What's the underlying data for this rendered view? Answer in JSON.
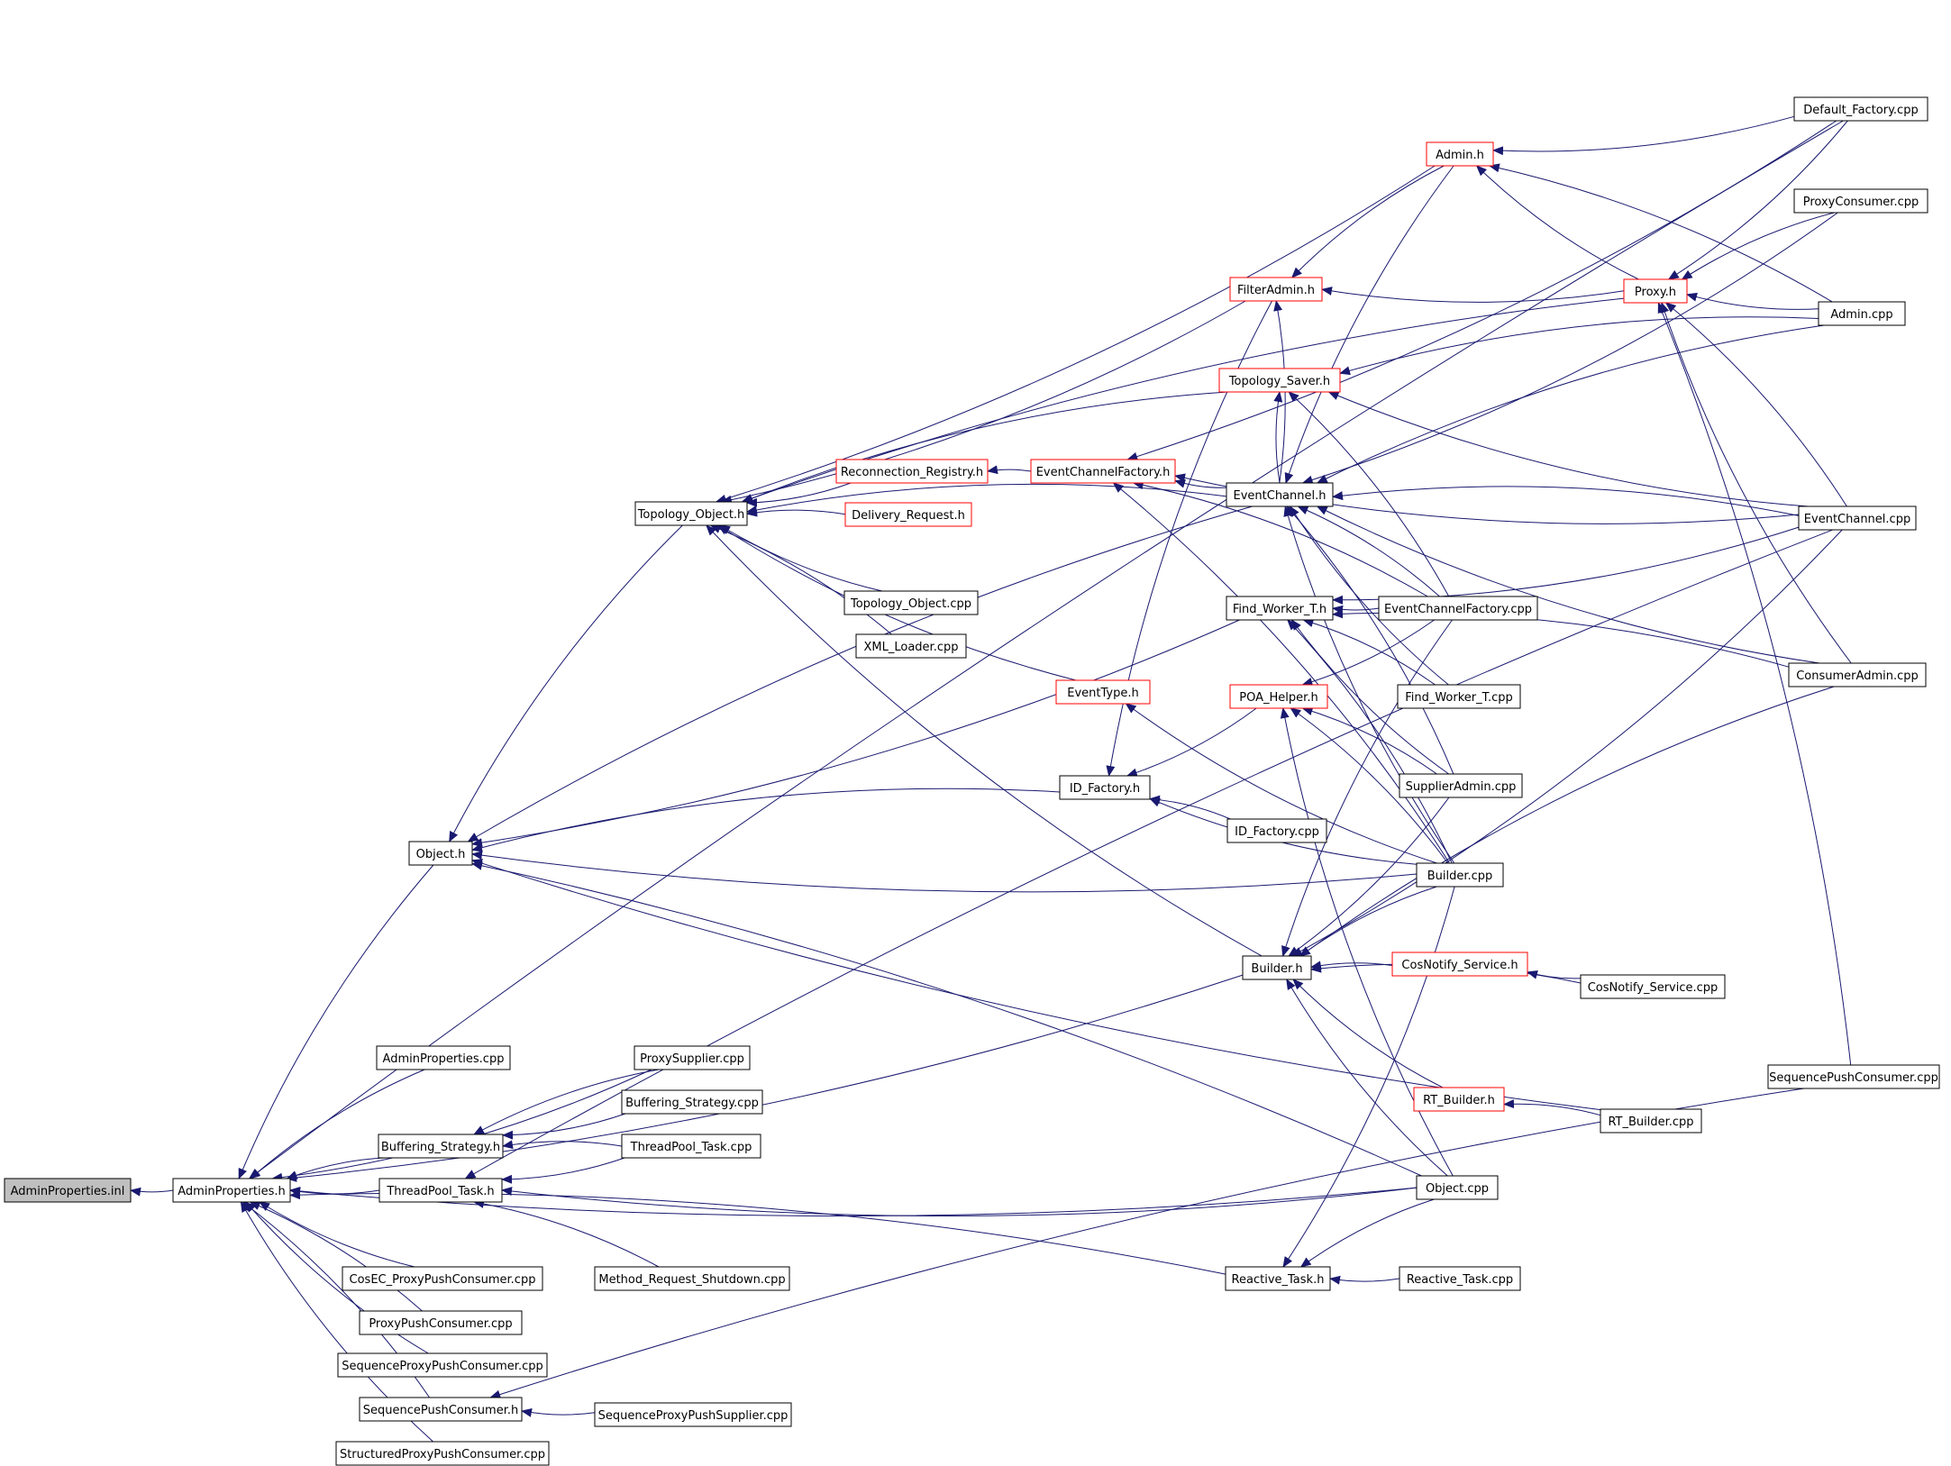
{
  "colors": {
    "edge": "#191970",
    "node_border": "#000000",
    "node_border_incomplete": "#ff0000",
    "focus_fill": "#bfbfbf",
    "node_fill": "#ffffff"
  },
  "nodes": [
    {
      "id": "admin_properties_inl",
      "label": "AdminProperties.inl",
      "focus": true
    },
    {
      "id": "admin_properties_h",
      "label": "AdminProperties.h"
    },
    {
      "id": "object_h",
      "label": "Object.h"
    },
    {
      "id": "topology_object_h",
      "label": "Topology_Object.h"
    },
    {
      "id": "reconnection_registry_h",
      "label": "Reconnection_Registry.h",
      "incomplete": true
    },
    {
      "id": "delivery_request_h",
      "label": "Delivery_Request.h",
      "incomplete": true
    },
    {
      "id": "topology_object_cpp",
      "label": "Topology_Object.cpp"
    },
    {
      "id": "xml_loader_cpp",
      "label": "XML_Loader.cpp"
    },
    {
      "id": "eventtype_h",
      "label": "EventType.h",
      "incomplete": true
    },
    {
      "id": "id_factory_h",
      "label": "ID_Factory.h"
    },
    {
      "id": "id_factory_cpp",
      "label": "ID_Factory.cpp"
    },
    {
      "id": "eventchannelfactory_h",
      "label": "EventChannelFactory.h",
      "incomplete": true
    },
    {
      "id": "filteradmin_h",
      "label": "FilterAdmin.h",
      "incomplete": true
    },
    {
      "id": "topology_saver_h",
      "label": "Topology_Saver.h",
      "incomplete": true
    },
    {
      "id": "eventchannel_h",
      "label": "EventChannel.h"
    },
    {
      "id": "find_worker_t_h",
      "label": "Find_Worker_T.h"
    },
    {
      "id": "poa_helper_h",
      "label": "POA_Helper.h",
      "incomplete": true
    },
    {
      "id": "builder_h",
      "label": "Builder.h"
    },
    {
      "id": "reactive_task_h",
      "label": "Reactive_Task.h"
    },
    {
      "id": "admin_h",
      "label": "Admin.h",
      "incomplete": true
    },
    {
      "id": "proxy_h",
      "label": "Proxy.h",
      "incomplete": true
    },
    {
      "id": "eventchannelfactory_cpp",
      "label": "EventChannelFactory.cpp"
    },
    {
      "id": "find_worker_t_cpp",
      "label": "Find_Worker_T.cpp"
    },
    {
      "id": "supplieradmin_cpp",
      "label": "SupplierAdmin.cpp"
    },
    {
      "id": "builder_cpp",
      "label": "Builder.cpp"
    },
    {
      "id": "cosnotify_service_h",
      "label": "CosNotify_Service.h",
      "incomplete": true
    },
    {
      "id": "rt_builder_h",
      "label": "RT_Builder.h",
      "incomplete": true
    },
    {
      "id": "object_cpp",
      "label": "Object.cpp"
    },
    {
      "id": "reactive_task_cpp",
      "label": "Reactive_Task.cpp"
    },
    {
      "id": "cosnotify_service_cpp",
      "label": "CosNotify_Service.cpp"
    },
    {
      "id": "rt_builder_cpp",
      "label": "RT_Builder.cpp"
    },
    {
      "id": "default_factory_cpp",
      "label": "Default_Factory.cpp"
    },
    {
      "id": "proxyconsumer_cpp",
      "label": "ProxyConsumer.cpp"
    },
    {
      "id": "admin_cpp",
      "label": "Admin.cpp"
    },
    {
      "id": "eventchannel_cpp",
      "label": "EventChannel.cpp"
    },
    {
      "id": "consumeradmin_cpp",
      "label": "ConsumerAdmin.cpp"
    },
    {
      "id": "sequencepushconsumer_cpp",
      "label": "SequencePushConsumer.cpp"
    },
    {
      "id": "adminproperties_cpp",
      "label": "AdminProperties.cpp"
    },
    {
      "id": "proxysupplier_cpp",
      "label": "ProxySupplier.cpp"
    },
    {
      "id": "buffering_strategy_h",
      "label": "Buffering_Strategy.h"
    },
    {
      "id": "buffering_strategy_cpp",
      "label": "Buffering_Strategy.cpp"
    },
    {
      "id": "threadpool_task_h",
      "label": "ThreadPool_Task.h"
    },
    {
      "id": "threadpool_task_cpp",
      "label": "ThreadPool_Task.cpp"
    },
    {
      "id": "method_request_shutdown_cpp",
      "label": "Method_Request_Shutdown.cpp"
    },
    {
      "id": "cosec_proxypushconsumer_cpp",
      "label": "CosEC_ProxyPushConsumer.cpp"
    },
    {
      "id": "proxypushconsumer_cpp",
      "label": "ProxyPushConsumer.cpp"
    },
    {
      "id": "sequenceproxypushconsumer_cpp",
      "label": "SequenceProxyPushConsumer.cpp"
    },
    {
      "id": "sequencepushconsumer_h",
      "label": "SequencePushConsumer.h"
    },
    {
      "id": "sequenceproxypushsupplier_cpp",
      "label": "SequenceProxyPushSupplier.cpp"
    },
    {
      "id": "structuredproxypushconsumer_cpp",
      "label": "StructuredProxyPushConsumer.cpp"
    }
  ],
  "edges": [
    [
      "admin_properties_h",
      "admin_properties_inl"
    ],
    [
      "object_h",
      "admin_properties_h"
    ],
    [
      "builder_h",
      "admin_properties_h"
    ],
    [
      "adminproperties_cpp",
      "admin_properties_h"
    ],
    [
      "proxysupplier_cpp",
      "admin_properties_h"
    ],
    [
      "buffering_strategy_h",
      "admin_properties_h"
    ],
    [
      "threadpool_task_h",
      "admin_properties_h"
    ],
    [
      "reactive_task_h",
      "admin_properties_h"
    ],
    [
      "cosec_proxypushconsumer_cpp",
      "admin_properties_h"
    ],
    [
      "proxypushconsumer_cpp",
      "admin_properties_h"
    ],
    [
      "sequenceproxypushconsumer_cpp",
      "admin_properties_h"
    ],
    [
      "sequencepushconsumer_h",
      "admin_properties_h"
    ],
    [
      "structuredproxypushconsumer_cpp",
      "admin_properties_h"
    ],
    [
      "default_factory_cpp",
      "admin_properties_h"
    ],
    [
      "object_cpp",
      "admin_properties_h"
    ],
    [
      "topology_object_h",
      "object_h"
    ],
    [
      "find_worker_t_h",
      "object_h"
    ],
    [
      "id_factory_h",
      "object_h"
    ],
    [
      "builder_cpp",
      "object_h"
    ],
    [
      "object_cpp",
      "object_h"
    ],
    [
      "rt_builder_cpp",
      "object_h"
    ],
    [
      "eventchannel_h",
      "object_h"
    ],
    [
      "reconnection_registry_h",
      "topology_object_h"
    ],
    [
      "delivery_request_h",
      "topology_object_h"
    ],
    [
      "topology_object_cpp",
      "topology_object_h"
    ],
    [
      "xml_loader_cpp",
      "topology_object_h"
    ],
    [
      "eventtype_h",
      "topology_object_h"
    ],
    [
      "eventchannel_h",
      "topology_object_h"
    ],
    [
      "filteradmin_h",
      "topology_object_h"
    ],
    [
      "topology_saver_h",
      "topology_object_h"
    ],
    [
      "admin_h",
      "topology_object_h"
    ],
    [
      "proxy_h",
      "topology_object_h"
    ],
    [
      "builder_h",
      "topology_object_h"
    ],
    [
      "eventchannelfactory_h",
      "reconnection_registry_h"
    ],
    [
      "eventchannel_h",
      "eventchannelfactory_h"
    ],
    [
      "eventchannelfactory_cpp",
      "eventchannelfactory_h"
    ],
    [
      "eventchannel_cpp",
      "eventchannelfactory_h"
    ],
    [
      "builder_cpp",
      "eventchannelfactory_h"
    ],
    [
      "default_factory_cpp",
      "eventchannelfactory_h"
    ],
    [
      "eventchannelfactory_cpp",
      "eventchannel_h"
    ],
    [
      "find_worker_t_cpp",
      "eventchannel_h"
    ],
    [
      "supplieradmin_cpp",
      "eventchannel_h"
    ],
    [
      "builder_cpp",
      "eventchannel_h"
    ],
    [
      "eventchannel_cpp",
      "eventchannel_h"
    ],
    [
      "consumeradmin_cpp",
      "eventchannel_h"
    ],
    [
      "admin_cpp",
      "eventchannel_h"
    ],
    [
      "proxyconsumer_cpp",
      "eventchannel_h"
    ],
    [
      "admin_h",
      "eventchannel_h"
    ],
    [
      "eventchannelfactory_cpp",
      "find_worker_t_h"
    ],
    [
      "find_worker_t_cpp",
      "find_worker_t_h"
    ],
    [
      "supplieradmin_cpp",
      "find_worker_t_h"
    ],
    [
      "builder_cpp",
      "find_worker_t_h"
    ],
    [
      "eventchannel_cpp",
      "find_worker_t_h"
    ],
    [
      "consumeradmin_cpp",
      "find_worker_t_h"
    ],
    [
      "poa_helper_h",
      "id_factory_h"
    ],
    [
      "id_factory_cpp",
      "id_factory_h"
    ],
    [
      "builder_cpp",
      "id_factory_h"
    ],
    [
      "filteradmin_h",
      "id_factory_h"
    ],
    [
      "eventchannelfactory_cpp",
      "poa_helper_h"
    ],
    [
      "builder_cpp",
      "poa_helper_h"
    ],
    [
      "object_cpp",
      "poa_helper_h"
    ],
    [
      "supplieradmin_cpp",
      "poa_helper_h"
    ],
    [
      "builder_cpp",
      "eventtype_h"
    ],
    [
      "admin_h",
      "filteradmin_h"
    ],
    [
      "proxy_h",
      "filteradmin_h"
    ],
    [
      "eventchannel_h",
      "filteradmin_h"
    ],
    [
      "eventchannel_h",
      "topology_saver_h"
    ],
    [
      "admin_cpp",
      "topology_saver_h"
    ],
    [
      "eventchannel_cpp",
      "topology_saver_h"
    ],
    [
      "eventchannelfactory_cpp",
      "topology_saver_h"
    ],
    [
      "default_factory_cpp",
      "admin_h"
    ],
    [
      "admin_cpp",
      "admin_h"
    ],
    [
      "proxy_h",
      "admin_h"
    ],
    [
      "proxyconsumer_cpp",
      "proxy_h"
    ],
    [
      "admin_cpp",
      "proxy_h"
    ],
    [
      "eventchannel_cpp",
      "proxy_h"
    ],
    [
      "consumeradmin_cpp",
      "proxy_h"
    ],
    [
      "sequencepushconsumer_cpp",
      "proxy_h"
    ],
    [
      "default_factory_cpp",
      "proxy_h"
    ],
    [
      "cosnotify_service_h",
      "builder_h"
    ],
    [
      "rt_builder_h",
      "builder_h"
    ],
    [
      "builder_cpp",
      "builder_h"
    ],
    [
      "object_cpp",
      "builder_h"
    ],
    [
      "cosnotify_service_cpp",
      "builder_h"
    ],
    [
      "eventchannel_cpp",
      "builder_h"
    ],
    [
      "consumeradmin_cpp",
      "builder_h"
    ],
    [
      "supplieradmin_cpp",
      "builder_h"
    ],
    [
      "eventchannelfactory_cpp",
      "builder_h"
    ],
    [
      "cosnotify_service_cpp",
      "cosnotify_service_h"
    ],
    [
      "rt_builder_cpp",
      "rt_builder_h"
    ],
    [
      "reactive_task_cpp",
      "reactive_task_h"
    ],
    [
      "object_cpp",
      "reactive_task_h"
    ],
    [
      "builder_cpp",
      "reactive_task_h"
    ],
    [
      "proxysupplier_cpp",
      "buffering_strategy_h"
    ],
    [
      "buffering_strategy_cpp",
      "buffering_strategy_h"
    ],
    [
      "threadpool_task_cpp",
      "buffering_strategy_h"
    ],
    [
      "threadpool_task_cpp",
      "threadpool_task_h"
    ],
    [
      "method_request_shutdown_cpp",
      "threadpool_task_h"
    ],
    [
      "object_cpp",
      "threadpool_task_h"
    ],
    [
      "eventchannel_cpp",
      "threadpool_task_h"
    ],
    [
      "sequenceproxypushsupplier_cpp",
      "sequencepushconsumer_h"
    ],
    [
      "sequencepushconsumer_cpp",
      "sequencepushconsumer_h"
    ]
  ]
}
